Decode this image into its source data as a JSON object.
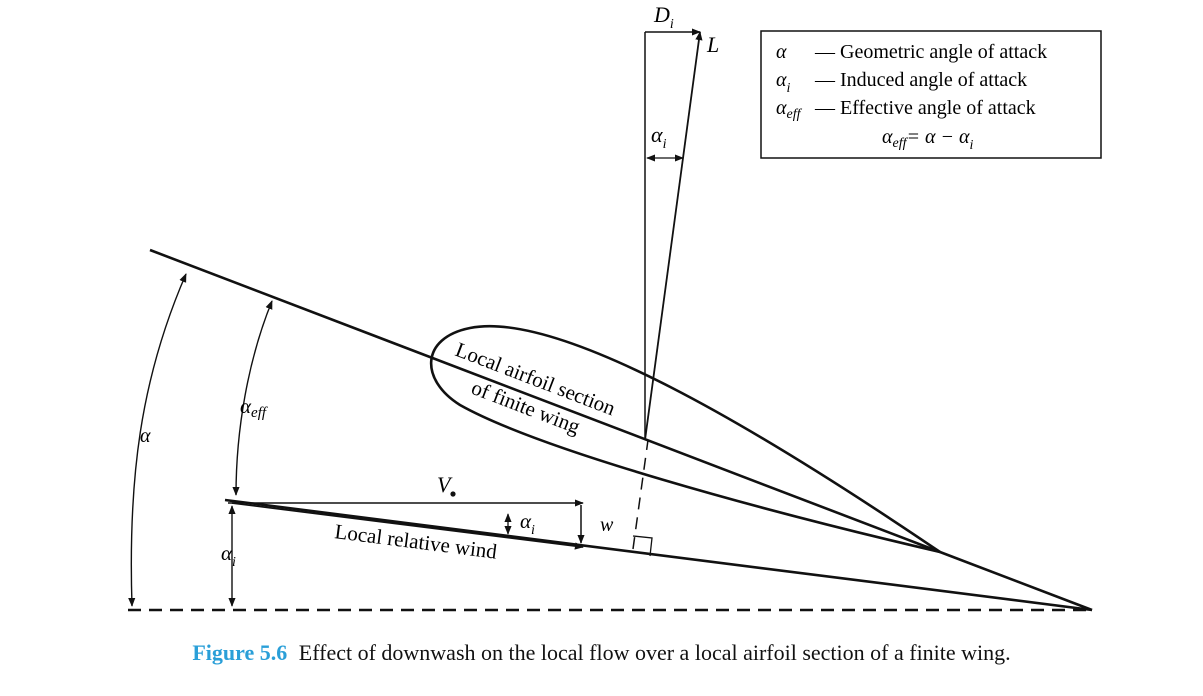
{
  "legend": {
    "rows": [
      {
        "symbol": "α",
        "sub": "",
        "desc": "— Geometric angle of attack"
      },
      {
        "symbol": "α",
        "sub": "i",
        "desc": "— Induced angle of attack"
      },
      {
        "symbol": "α",
        "sub": "eff",
        "desc": "— Effective angle of attack"
      }
    ],
    "equation": {
      "lhs": "α",
      "lhs_sub": "eff",
      "rhs": "= α − α",
      "rhs_sub": "i"
    }
  },
  "labels": {
    "D_main": "D",
    "D_sub": "i",
    "L": "L",
    "alpha_i_top": "α",
    "alpha_i_top_sub": "i",
    "alpha": "α",
    "alpha_eff": "α",
    "alpha_eff_sub": "eff",
    "alpha_i_left": "α",
    "alpha_i_left_sub": "i",
    "alpha_i_mid": "α",
    "alpha_i_mid_sub": "i",
    "V_inf": "V",
    "w": "w",
    "airfoil_line1": "Local airfoil section",
    "airfoil_line2": "of finite wing",
    "relative_wind": "Local relative wind"
  },
  "caption": {
    "number": "Figure 5.6",
    "text": "Effect of downwash on the local flow over a local airfoil section of a finite wing."
  }
}
